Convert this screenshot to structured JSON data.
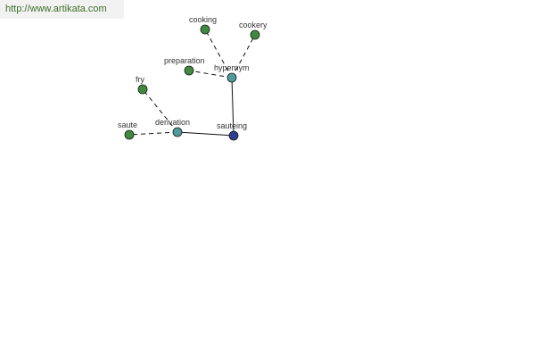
{
  "source": {
    "url": "http://www.artikata.com"
  },
  "colors": {
    "leaf_node": "#3f8a3f",
    "relation_node": "#4f9a9a",
    "center_node": "#2e3f8f",
    "url_text": "#3c6e27"
  },
  "graph": {
    "center": {
      "label": "sauteing",
      "kind": "center"
    },
    "relations": [
      {
        "label": "hypernym",
        "kind": "relation",
        "terms": [
          {
            "label": "cooking"
          },
          {
            "label": "cookery"
          },
          {
            "label": "preparation"
          }
        ]
      },
      {
        "label": "derivation",
        "kind": "relation",
        "terms": [
          {
            "label": "fry"
          },
          {
            "label": "saute"
          }
        ]
      }
    ]
  }
}
